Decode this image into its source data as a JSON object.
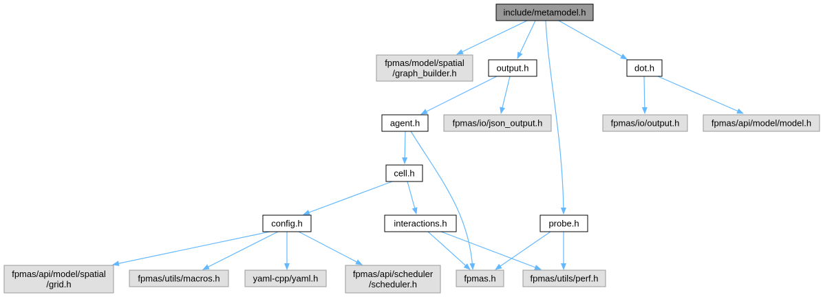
{
  "diagram": {
    "colors": {
      "edge": "#63b8ff",
      "root_fill": "#999999",
      "internal_fill": "#ffffff",
      "external_fill": "#e0e0e0",
      "internal_stroke": "#000000",
      "external_stroke": "#999999"
    },
    "nodes": {
      "metamodel": {
        "lines": [
          "include/metamodel.h"
        ],
        "kind": "root"
      },
      "graph_builder": {
        "lines": [
          "fpmas/model/spatial",
          "/graph_builder.h"
        ],
        "kind": "external"
      },
      "output": {
        "lines": [
          "output.h"
        ],
        "kind": "internal"
      },
      "dot": {
        "lines": [
          "dot.h"
        ],
        "kind": "internal"
      },
      "agent": {
        "lines": [
          "agent.h"
        ],
        "kind": "internal"
      },
      "json_output": {
        "lines": [
          "fpmas/io/json_output.h"
        ],
        "kind": "external"
      },
      "io_output": {
        "lines": [
          "fpmas/io/output.h"
        ],
        "kind": "external"
      },
      "api_model": {
        "lines": [
          "fpmas/api/model/model.h"
        ],
        "kind": "external"
      },
      "cell": {
        "lines": [
          "cell.h"
        ],
        "kind": "internal"
      },
      "config": {
        "lines": [
          "config.h"
        ],
        "kind": "internal"
      },
      "interactions": {
        "lines": [
          "interactions.h"
        ],
        "kind": "internal"
      },
      "probe": {
        "lines": [
          "probe.h"
        ],
        "kind": "internal"
      },
      "grid": {
        "lines": [
          "fpmas/api/model/spatial",
          "/grid.h"
        ],
        "kind": "external"
      },
      "macros": {
        "lines": [
          "fpmas/utils/macros.h"
        ],
        "kind": "external"
      },
      "yaml": {
        "lines": [
          "yaml-cpp/yaml.h"
        ],
        "kind": "external"
      },
      "scheduler": {
        "lines": [
          "fpmas/api/scheduler",
          "/scheduler.h"
        ],
        "kind": "external"
      },
      "fpmas": {
        "lines": [
          "fpmas.h"
        ],
        "kind": "external"
      },
      "perf": {
        "lines": [
          "fpmas/utils/perf.h"
        ],
        "kind": "external"
      }
    },
    "edges": [
      [
        "metamodel",
        "graph_builder"
      ],
      [
        "metamodel",
        "output"
      ],
      [
        "metamodel",
        "probe"
      ],
      [
        "metamodel",
        "dot"
      ],
      [
        "output",
        "agent"
      ],
      [
        "output",
        "json_output"
      ],
      [
        "dot",
        "io_output"
      ],
      [
        "dot",
        "api_model"
      ],
      [
        "agent",
        "cell"
      ],
      [
        "agent",
        "fpmas"
      ],
      [
        "cell",
        "config"
      ],
      [
        "cell",
        "interactions"
      ],
      [
        "config",
        "grid"
      ],
      [
        "config",
        "macros"
      ],
      [
        "config",
        "yaml"
      ],
      [
        "config",
        "scheduler"
      ],
      [
        "interactions",
        "fpmas"
      ],
      [
        "interactions",
        "perf"
      ],
      [
        "probe",
        "fpmas"
      ],
      [
        "probe",
        "perf"
      ]
    ]
  }
}
